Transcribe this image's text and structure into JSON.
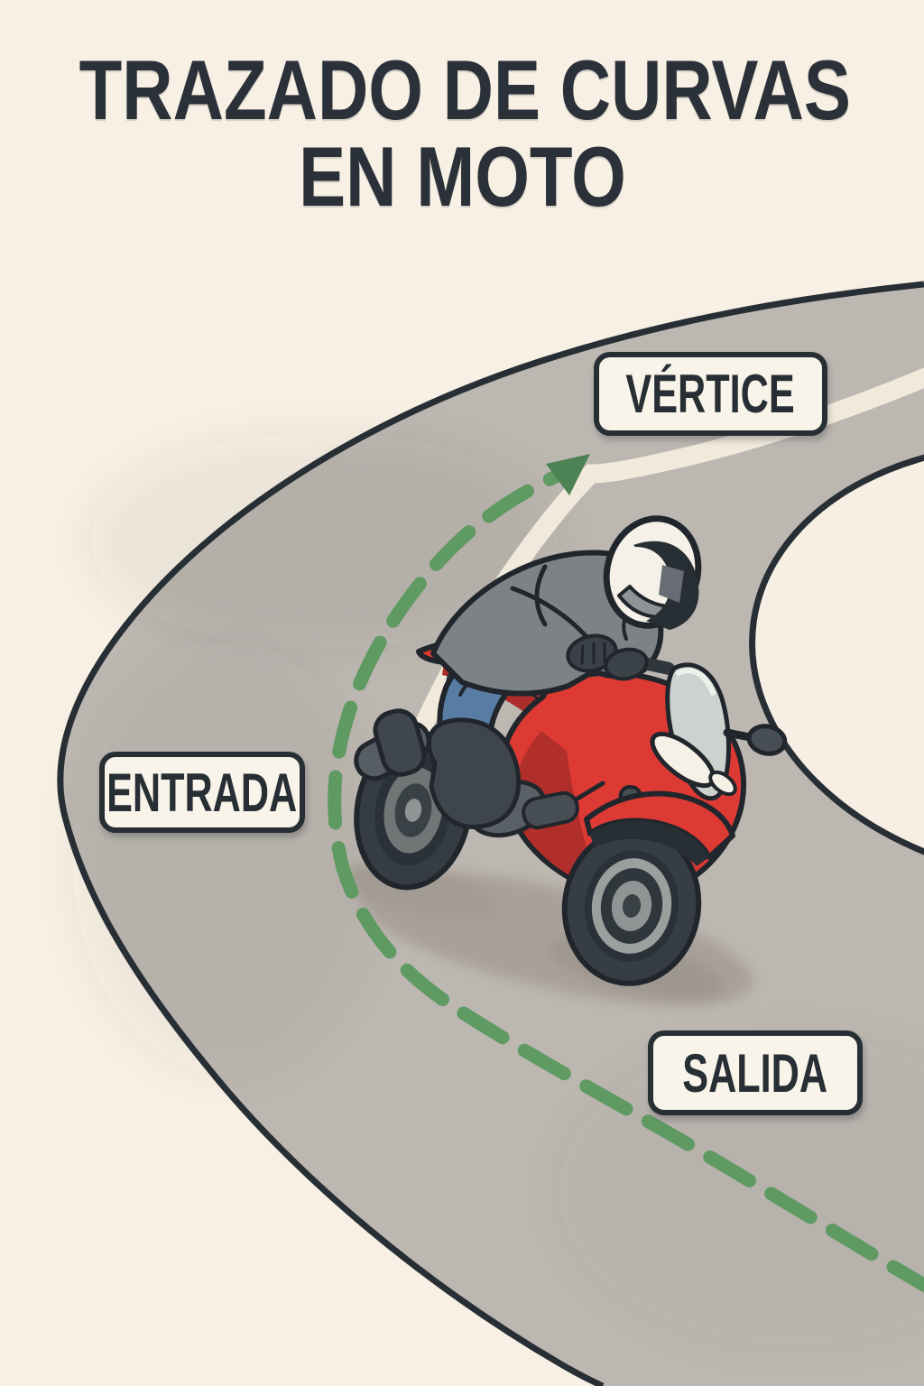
{
  "poster": {
    "title": {
      "line1": "TRAZADO DE CURVAS",
      "line2": "EN MOTO"
    },
    "labels": {
      "apex": {
        "text": "VÉRTICE"
      },
      "entry": {
        "text": "ENTRADA"
      },
      "exit": {
        "text": "SALIDA"
      }
    },
    "diagram": {
      "type": "motorcycle-cornering-line",
      "elements": [
        "curved road ring with dark edges",
        "cream infield oval at top right",
        "cream center-line stripe near apex",
        "green dashed racing line from entry through apex to exit",
        "green arrow pointing toward apex",
        "red sportbike with leaning rider (white helmet, gray jacket, blue jeans)"
      ],
      "racing_line_order": [
        "ENTRADA",
        "VÉRTICE",
        "SALIDA"
      ]
    },
    "colors": {
      "background": "#f8f0e4",
      "road": "#bdb7b1",
      "road_edge": "#272e34",
      "infield": "#f7efe3",
      "lane_stripe": "#f1eadc",
      "racing_line_green": "#5f9a63",
      "arrow_green": "#4d8354",
      "bike_red": "#de3a34",
      "bike_red_dark": "#ac2d29",
      "jeans_blue": "#587ca3",
      "jacket_gray": "#7d8287",
      "helmet_white": "#f6f1e8",
      "label_background": "#f9f4e9",
      "text_dark": "#272e34"
    }
  }
}
